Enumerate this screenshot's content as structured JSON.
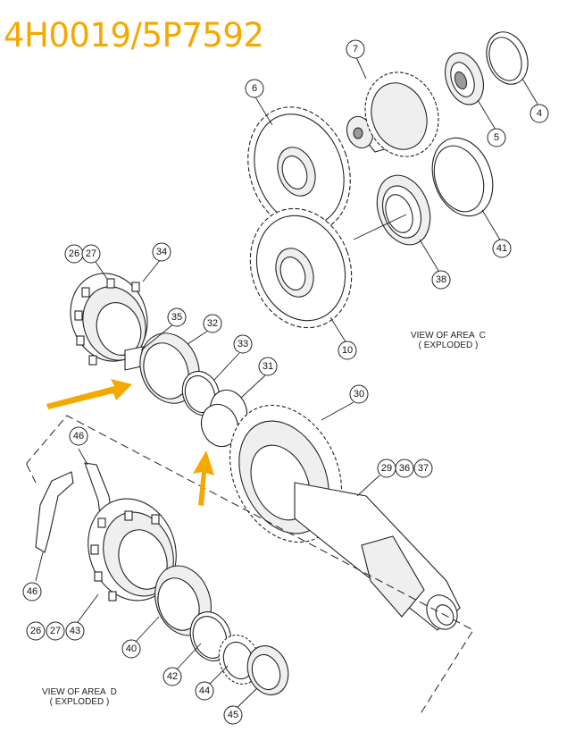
{
  "title": "4H0019/5P7592",
  "view_c_label": "VIEW OF AREA  C\n( EXPLODED )",
  "view_d_label": "VIEW OF AREA  D\n( EXPLODED )",
  "arrow_color": "#f5a800",
  "callouts": [
    "7",
    "6",
    "4",
    "5",
    "41",
    "38",
    "10",
    "26",
    "27",
    "34",
    "35",
    "32",
    "33",
    "31",
    "30",
    "29",
    "36",
    "37",
    "46",
    "46",
    "26",
    "27",
    "43",
    "40",
    "42",
    "44",
    "45"
  ]
}
